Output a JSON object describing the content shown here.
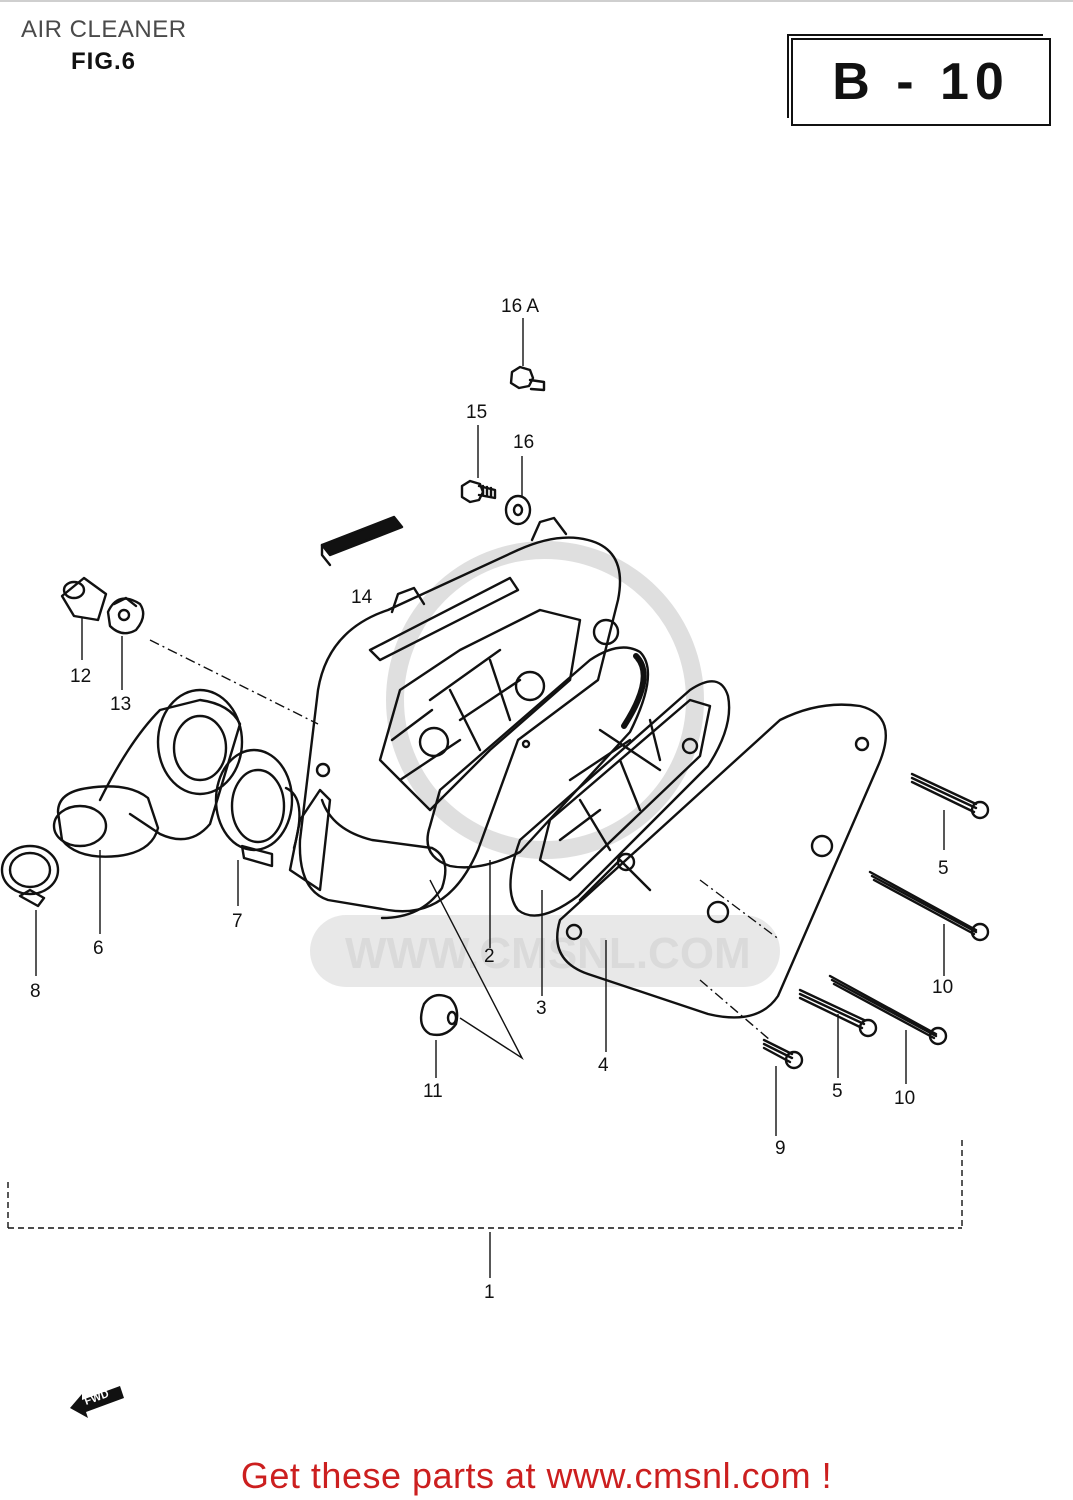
{
  "header": {
    "title": "AIR CLEANER",
    "figure": "FIG.6",
    "code": "B - 10"
  },
  "callouts": {
    "c16a": "16 A",
    "c15": "15",
    "c16": "16",
    "c14": "14",
    "c12": "12",
    "c13": "13",
    "c5a": "5",
    "c6": "6",
    "c7": "7",
    "c8": "8",
    "c2": "2",
    "c3": "3",
    "c10a": "10",
    "c11": "11",
    "c4": "4",
    "c5b": "5",
    "c10b": "10",
    "c9": "9",
    "c1": "1"
  },
  "watermark": "WWW.CMSNL.COM",
  "fwd_badge": "FWD",
  "footer": "Get these parts at www.cmsnl.com !"
}
